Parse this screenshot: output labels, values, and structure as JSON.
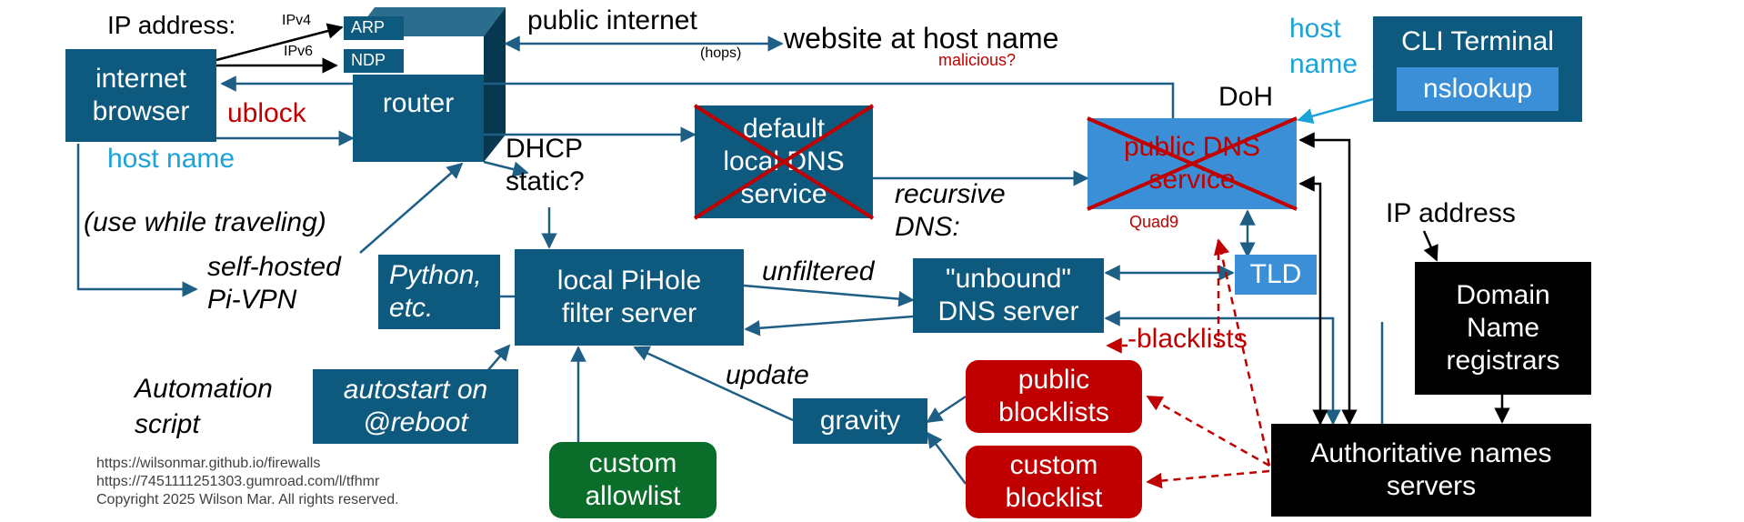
{
  "labels": {
    "ip_address_top": "IP address:",
    "ipv4": "IPv4",
    "ipv6": "IPv6",
    "public_internet": "public internet",
    "hops": "(hops)",
    "website": "website at host name",
    "malicious": "malicious?",
    "host_name_right": "host\nname",
    "doh": "DoH",
    "ublock": "ublock",
    "host_name_left": "host name",
    "dhcp": "DHCP\nstatic?",
    "recursive_dns": "recursive\nDNS:",
    "use_while_traveling": "(use while traveling)",
    "self_hosted": "self-hosted\nPi-VPN",
    "unfiltered": "unfiltered",
    "quad9": "Quad9",
    "ip_address_right": "IP address",
    "minus_blacklists": "-blacklists",
    "update": "update",
    "automation_script": "Automation\nscript"
  },
  "nodes": {
    "arp": "ARP",
    "ndp": "NDP",
    "browser": "internet\nbrowser",
    "router": "router",
    "default_dns": "default\nlocal DNS\nservice",
    "public_dns": "public DNS\nservice",
    "cli_terminal": "CLI Terminal",
    "nslookup": "nslookup",
    "python": "Python,\netc.",
    "pihole": "local PiHole\nfilter server",
    "unbound": "\"unbound\"\nDNS server",
    "tld": "TLD",
    "domain_registrars": "Domain\nName\nregistrars",
    "autostart": "autostart on\n@reboot",
    "gravity": "gravity",
    "public_blocklists": "public\nblocklists",
    "custom_blocklist": "custom\nblocklist",
    "custom_allowlist": "custom\nallowlist",
    "authoritative": "Authoritative names\nservers"
  },
  "footer": {
    "line1": "https://wilsonmar.github.io/firewalls",
    "line2": "https://7451111251303.gumroad.com/l/tfhmr",
    "line3": "Copyright 2025 Wilson Mar. All rights reserved."
  },
  "colors": {
    "dark_blue": "#0e5a7e",
    "light_blue": "#3b8fd6",
    "red": "#c00000",
    "green": "#0a6d2a",
    "cyan_text": "#1ba3d9",
    "arrow_blue": "#1f5f85"
  }
}
